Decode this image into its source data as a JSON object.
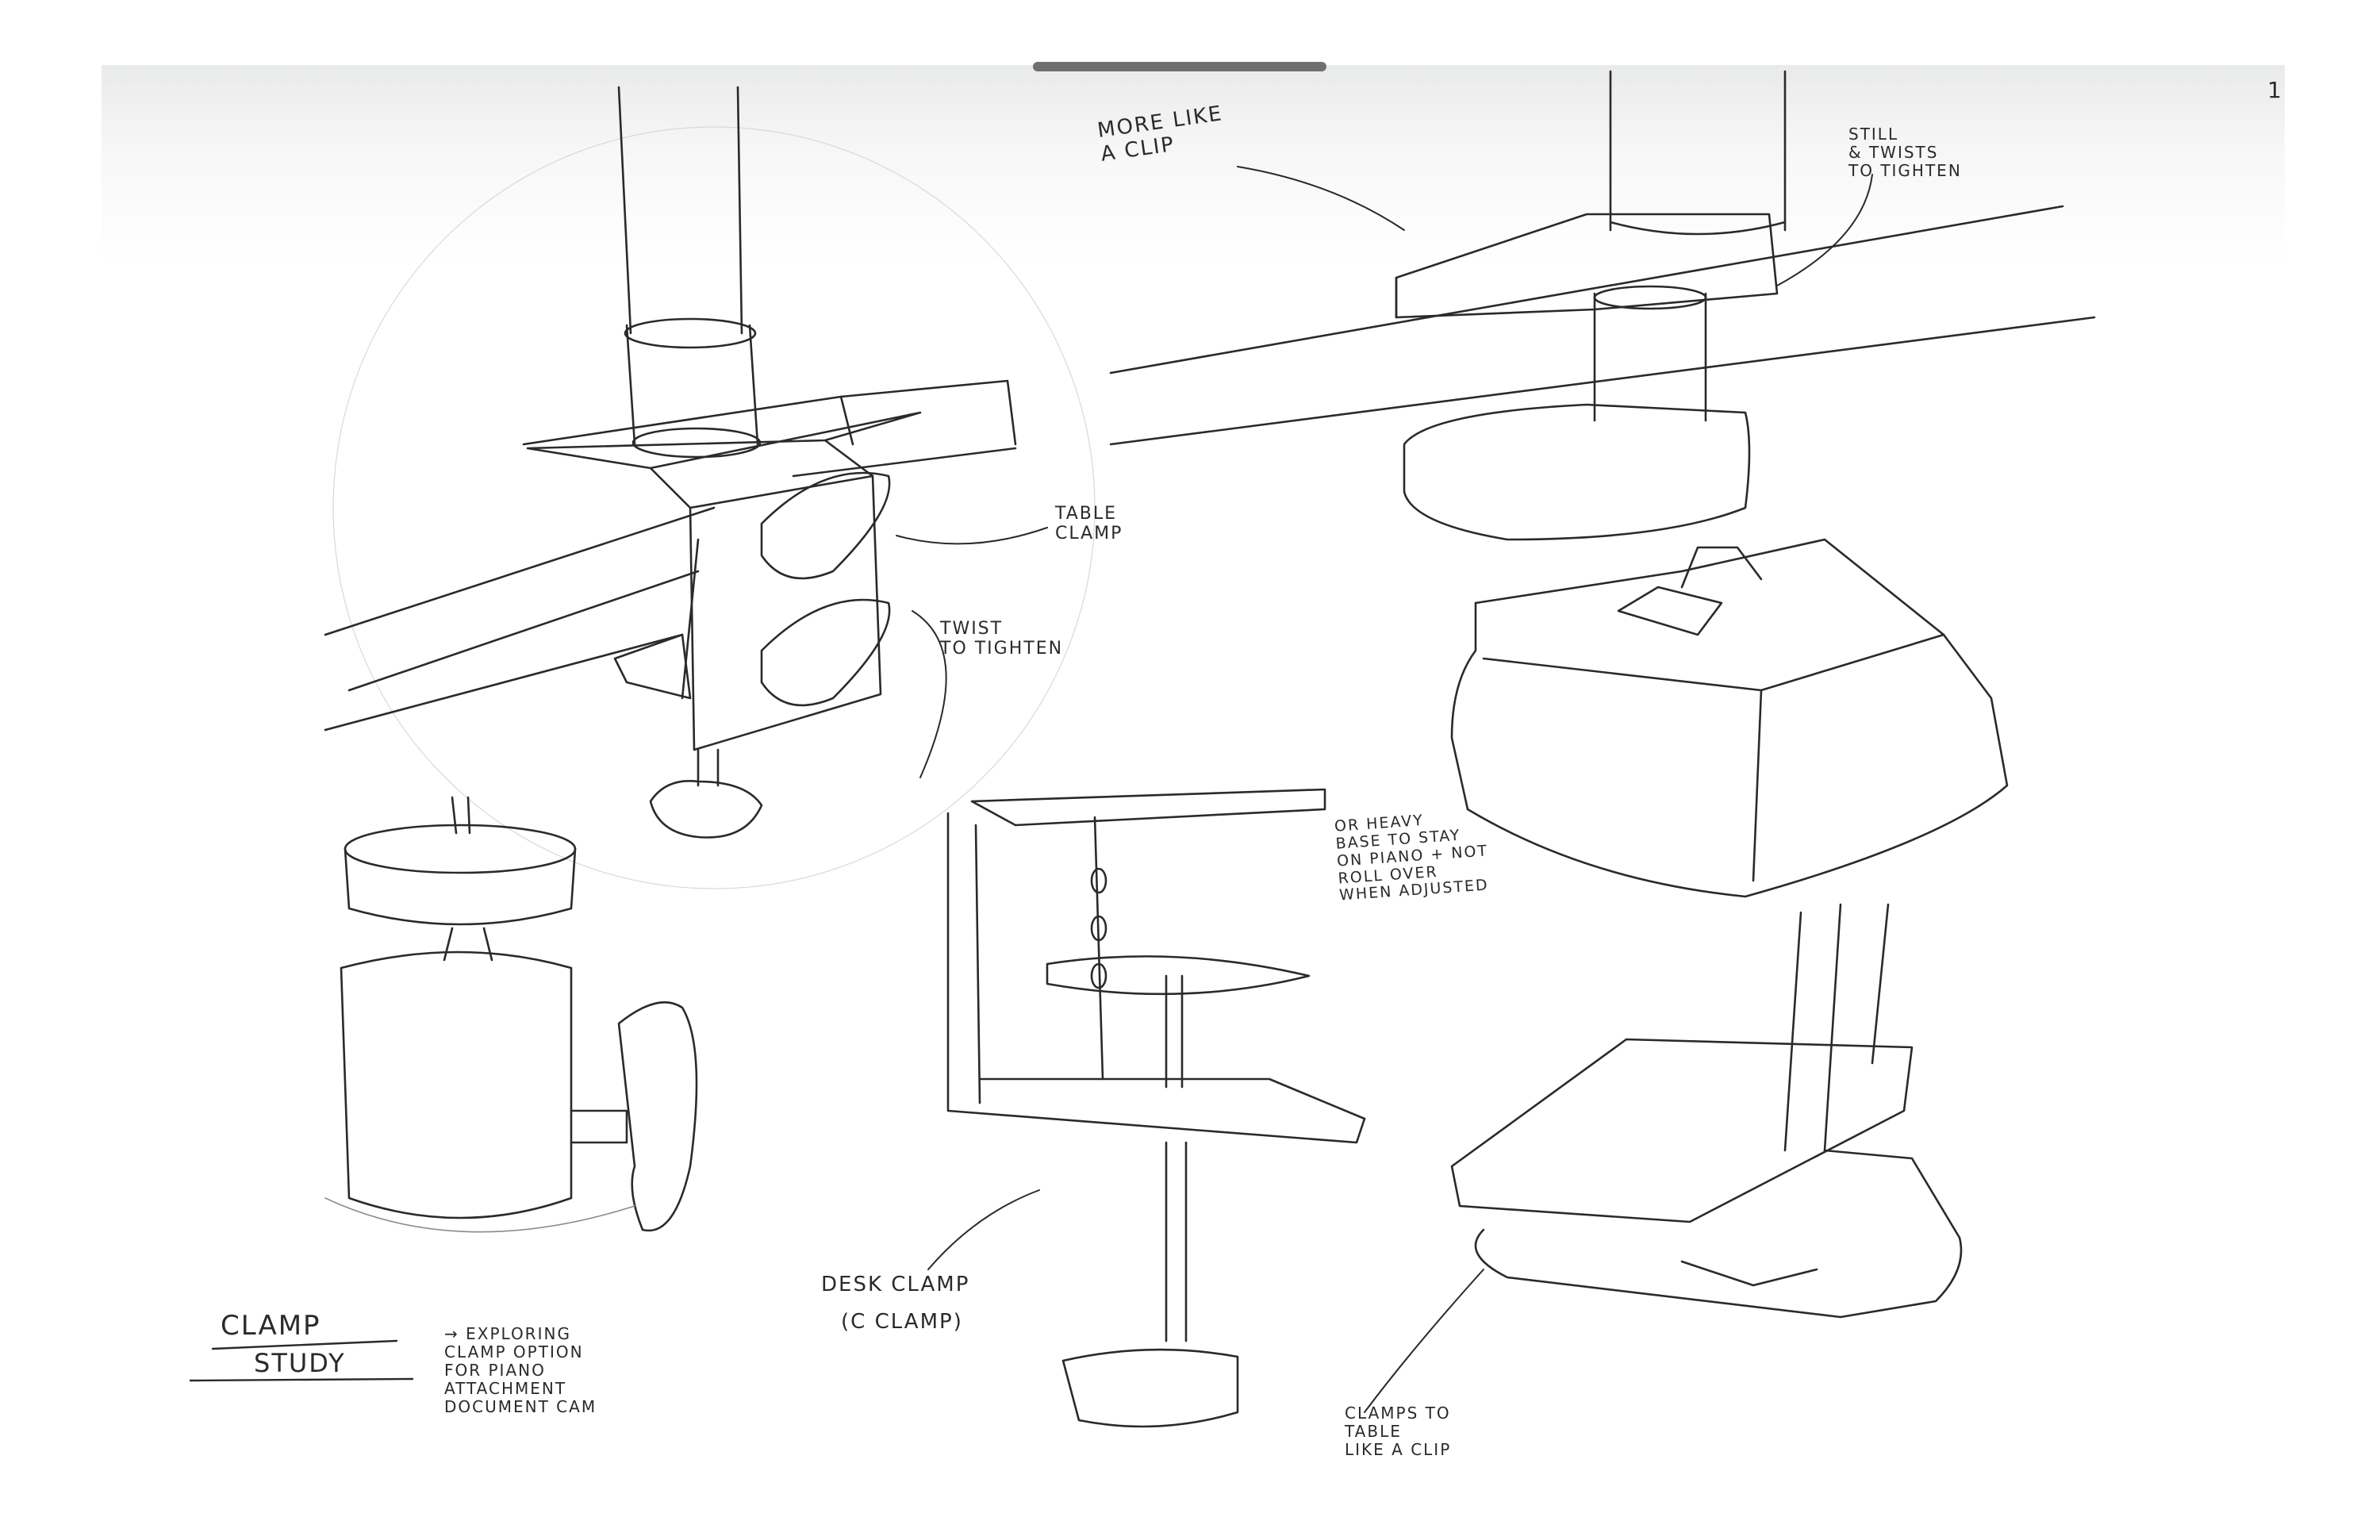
{
  "page": {
    "number": "1"
  },
  "sketches": [
    {
      "id": "table-clamp",
      "labels": [
        "TABLE\nCLAMP",
        "TWIST\nTO TIGHTEN"
      ]
    },
    {
      "id": "clip-clamp",
      "labels": [
        "MORE LIKE\nA CLIP",
        "STILL\n& TWISTS\nTO TIGHTEN"
      ]
    },
    {
      "id": "heavy-base",
      "labels": [
        "OR HEAVY\nBASE TO STAY\nON PIANO + NOT\nROLL OVER\nWHEN ADJUSTED"
      ]
    },
    {
      "id": "ball-head",
      "labels": []
    },
    {
      "id": "desk-clamp",
      "labels": [
        "DESK CLAMP",
        "(C CLAMP)"
      ]
    },
    {
      "id": "spring-clip",
      "labels": [
        "CLAMPS TO\nTABLE\nLIKE A CLIP"
      ]
    }
  ],
  "title": {
    "line1": "CLAMP",
    "line2": "STUDY"
  },
  "description": "→ EXPLORING\nCLAMP OPTION\nFOR PIANO\nATTACHMENT\nDOCUMENT CAM",
  "colors": {
    "ink": "#2a2a2a",
    "paper": "#ffffff",
    "handle": "#6f6f6f"
  }
}
